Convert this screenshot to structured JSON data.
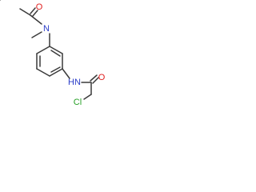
{
  "structure": {
    "atoms": {
      "oxygen_acetyl": {
        "symbol": "O",
        "color": "#e02020"
      },
      "nitrogen_amine": {
        "symbol": "N",
        "color": "#2a3cc8"
      },
      "nitrogen_amide": {
        "symbol": "HN",
        "color": "#2a3cc8"
      },
      "oxygen_amide": {
        "symbol": "O",
        "color": "#e02020"
      },
      "chlorine": {
        "symbol": "Cl",
        "color": "#25a025"
      }
    },
    "bond_color": "#3a3a3a"
  }
}
